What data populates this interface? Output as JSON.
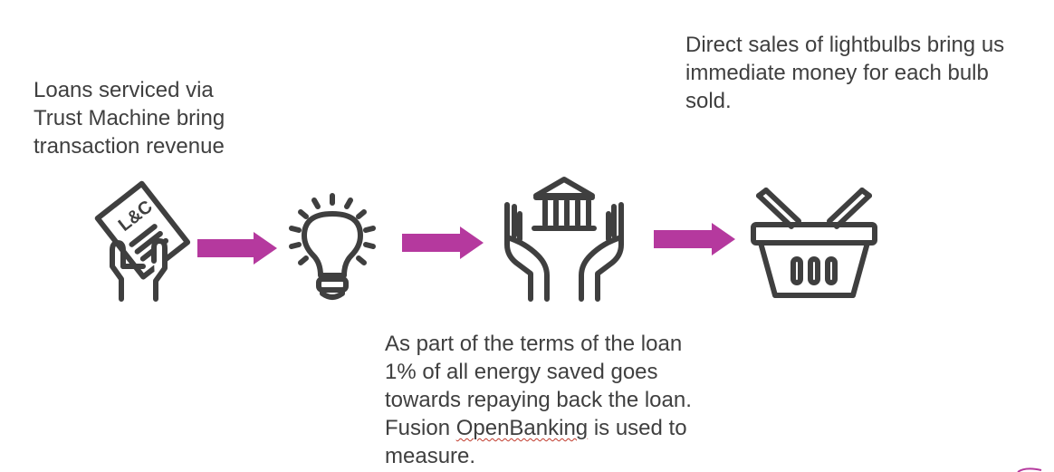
{
  "captions": {
    "loans": [
      "Loans serviced via",
      "Trust Machine bring",
      "transaction revenue"
    ],
    "sales": [
      "Direct sales of lightbulbs bring us",
      "immediate money for each bulb",
      "sold."
    ],
    "terms": {
      "line1": "As part of the terms of the loan",
      "line2": "1% of all energy saved goes",
      "line3": "towards repaying back the loan.",
      "line4_prefix": "Fusion ",
      "line4_brand": "OpenBanking",
      "line4_suffix": " is used to",
      "line5": "measure."
    }
  },
  "document_icon_text": "L&C",
  "icons": [
    "document-hand-icon",
    "lightbulb-icon",
    "hands-bank-icon",
    "basket-icon"
  ],
  "colors": {
    "arrow": "#b5399e",
    "icon_stroke": "#3f3f3f",
    "text": "#3f3f3f"
  }
}
